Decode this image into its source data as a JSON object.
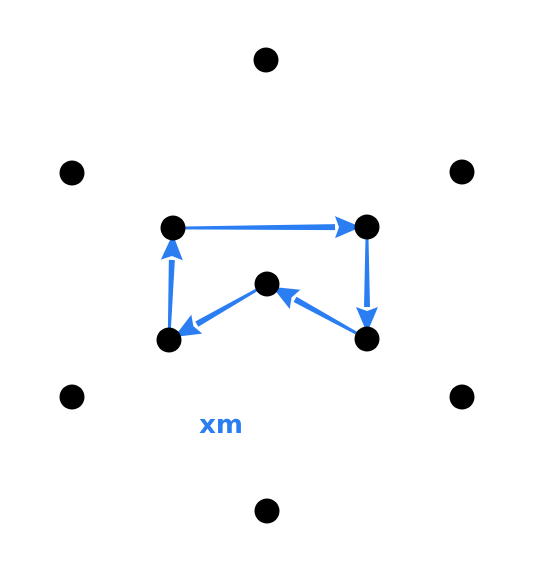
{
  "label": "xm",
  "colors": {
    "background": "#ffffff",
    "dot": "#000000",
    "arrow": "#2b7ef2"
  },
  "dots": [
    {
      "id": "top"
    },
    {
      "id": "upper-left"
    },
    {
      "id": "upper-right"
    },
    {
      "id": "inner-top-left"
    },
    {
      "id": "inner-top-right"
    },
    {
      "id": "center"
    },
    {
      "id": "inner-bottom-left"
    },
    {
      "id": "inner-bottom-right"
    },
    {
      "id": "lower-left"
    },
    {
      "id": "lower-right"
    },
    {
      "id": "bottom"
    }
  ],
  "arrows": [
    {
      "from": "inner-top-left",
      "to": "inner-top-right"
    },
    {
      "from": "inner-top-right",
      "to": "inner-bottom-right"
    },
    {
      "from": "inner-bottom-right",
      "to": "center"
    },
    {
      "from": "center",
      "to": "inner-bottom-left"
    },
    {
      "from": "inner-bottom-left",
      "to": "inner-top-left"
    }
  ]
}
